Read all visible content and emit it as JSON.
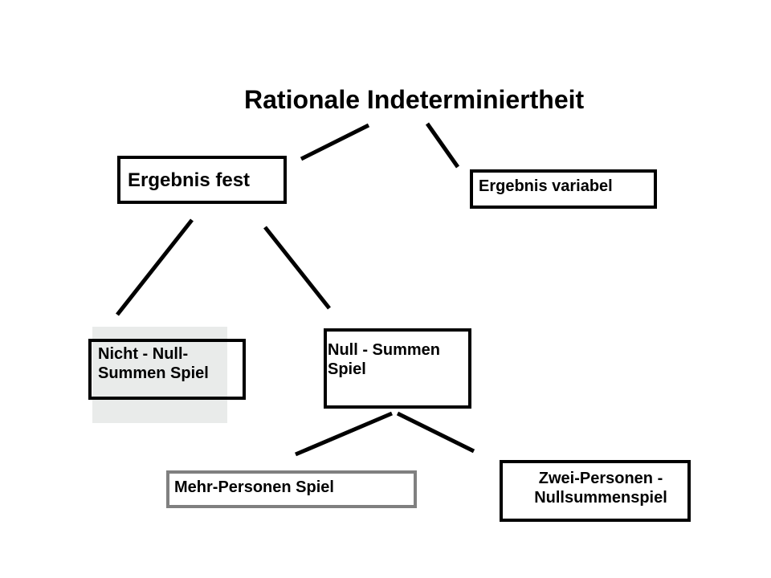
{
  "diagram": {
    "title": "Rationale Indeterminiertheit",
    "nodes": {
      "outcome_fixed": "Ergebnis fest",
      "outcome_variable": "Ergebnis variabel",
      "non_zero_sum": [
        "Nicht - Null-",
        "Summen Spiel"
      ],
      "zero_sum": [
        "Null - Summen",
        "Spiel"
      ],
      "multi_person": "Mehr-Personen Spiel",
      "two_person_zero_sum": [
        "Zwei-Personen -",
        "Nullsummenspiel"
      ]
    },
    "colors": {
      "line": "#000000",
      "box_border": "#000000",
      "multi_person_border": "#808080",
      "shade": "#e9ebea"
    }
  }
}
